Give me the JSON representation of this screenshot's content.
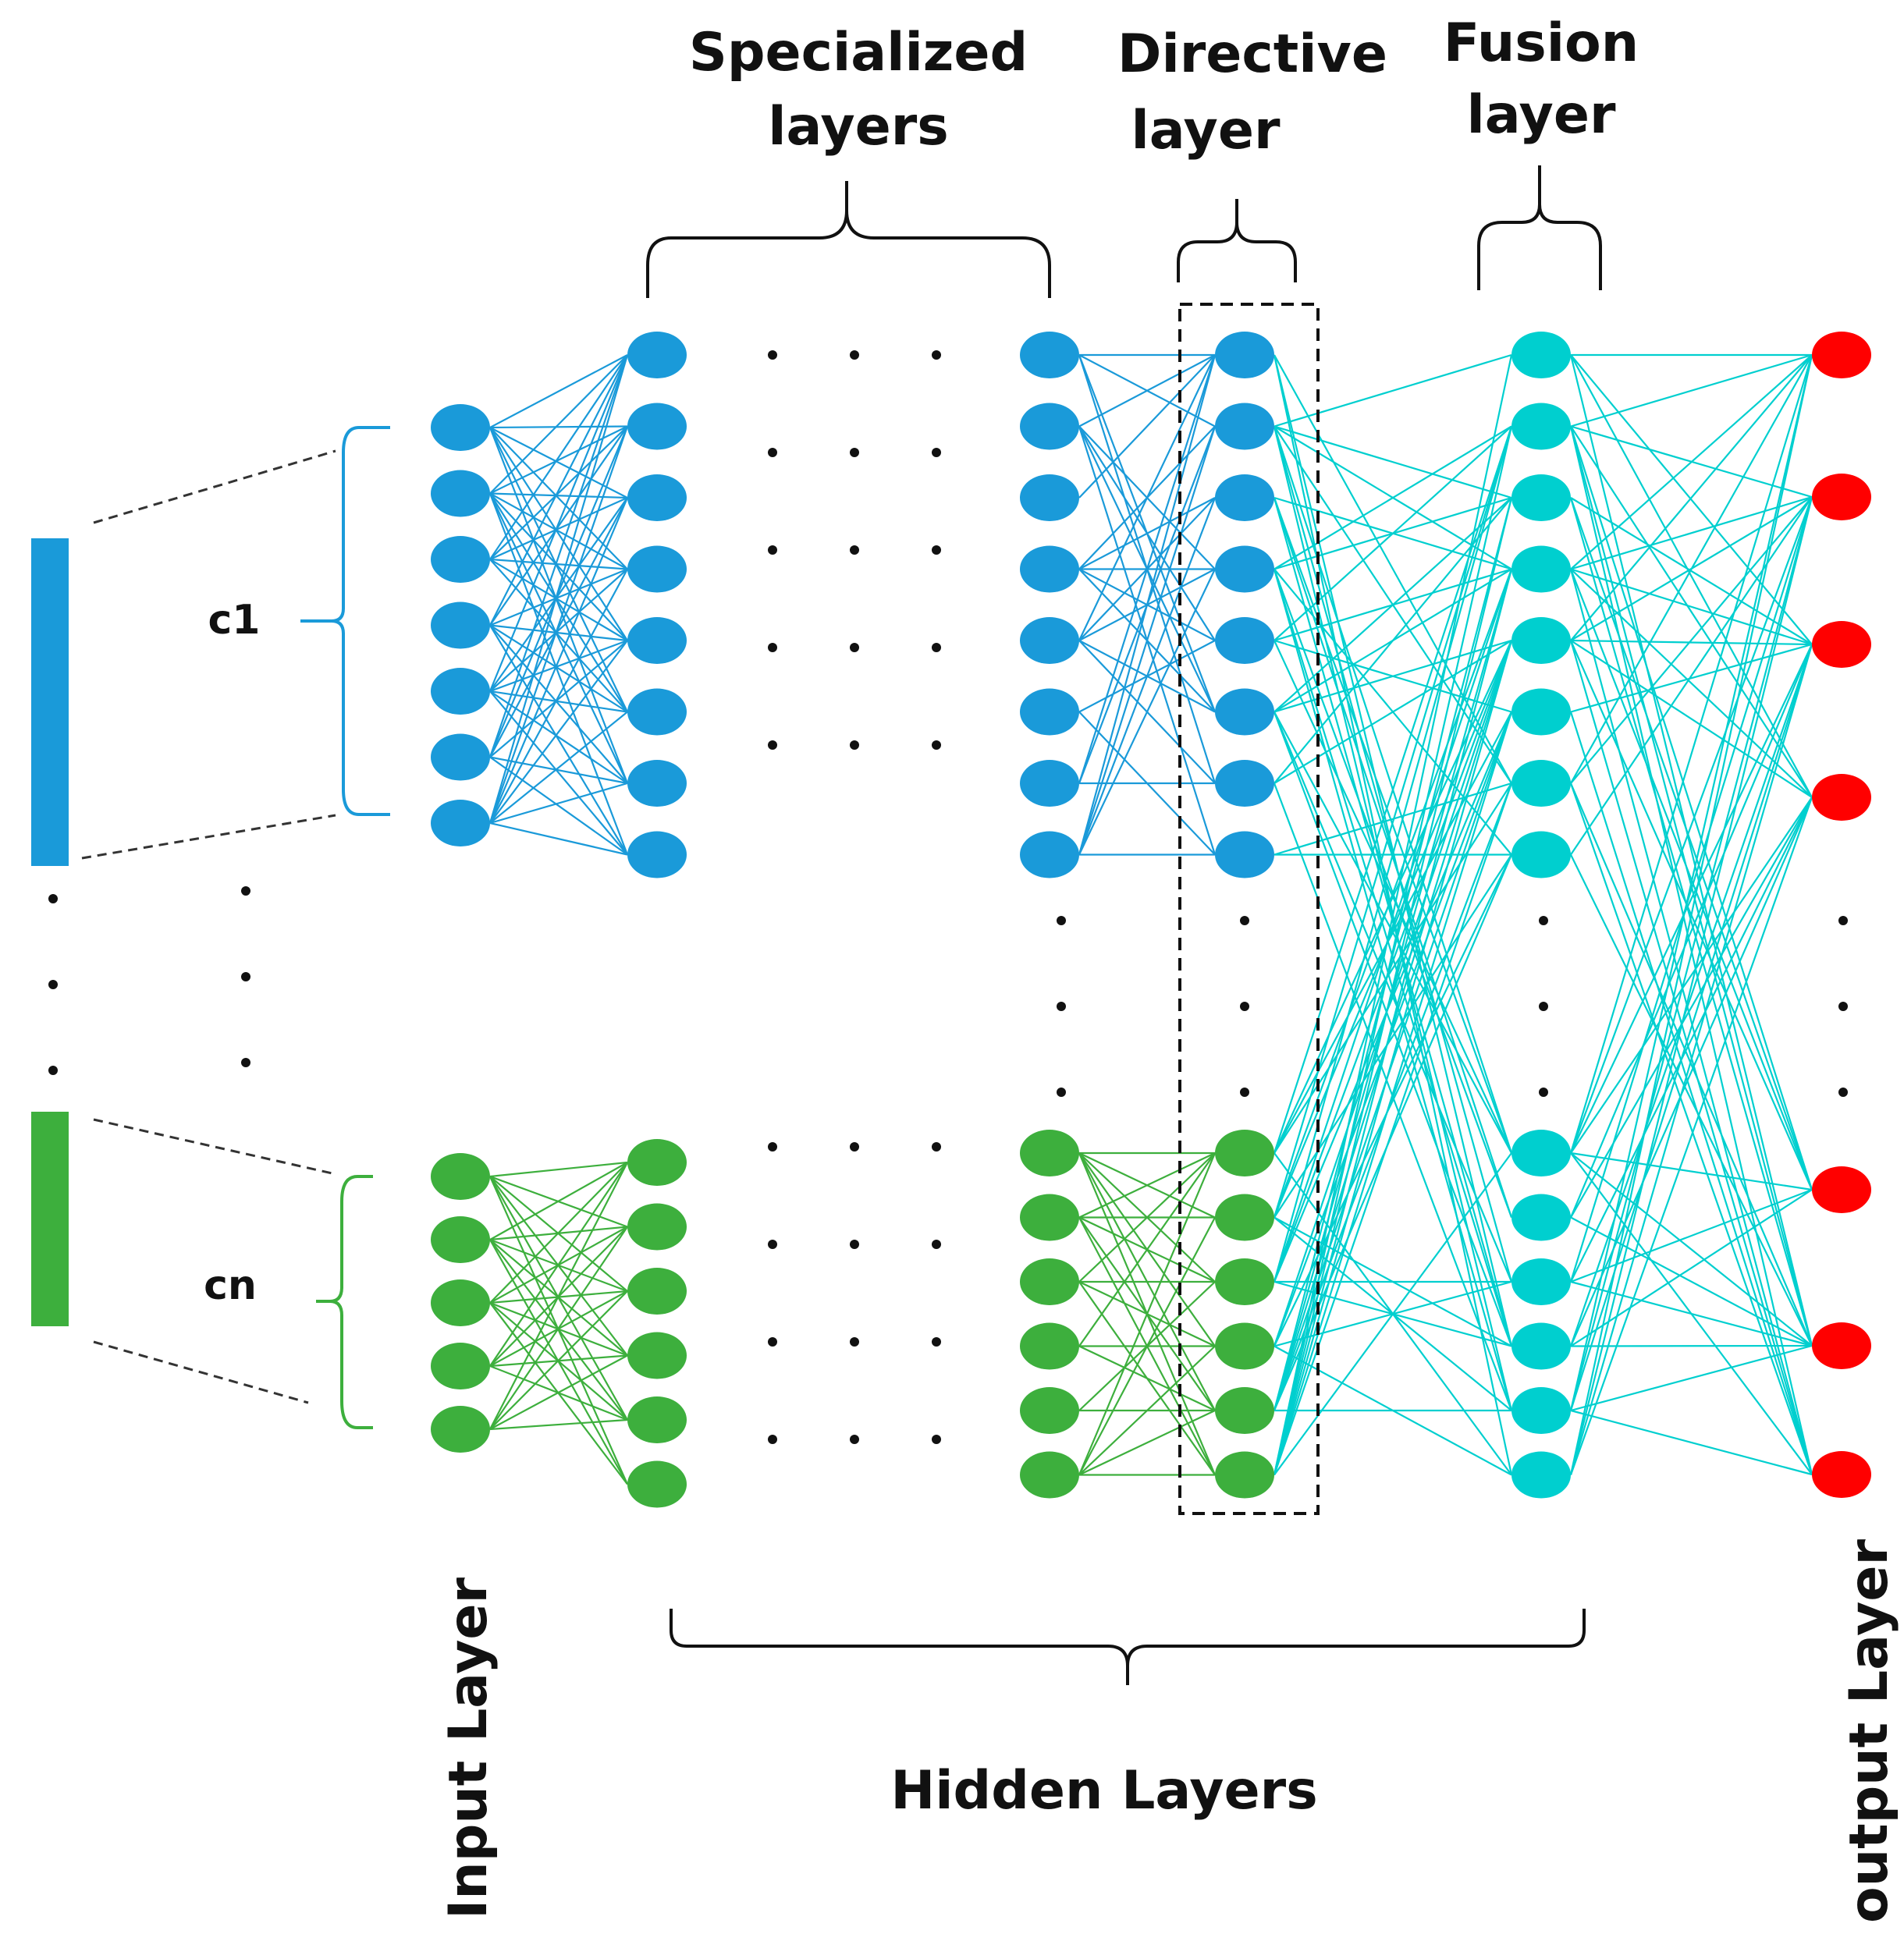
{
  "labels": {
    "specialized": [
      "Specialized",
      "layers"
    ],
    "directive": [
      "Directive",
      "layer"
    ],
    "fusion": [
      "Fusion",
      "layer"
    ],
    "hidden": "Hidden Layers",
    "input": "Input Layer",
    "output": "output Layer",
    "c1": "c1",
    "cn": "cn"
  },
  "colors": {
    "blue": "#1a9ad9",
    "green": "#3daf3d",
    "cyan": "#00cfcf",
    "red": "#ff0000",
    "text": "#111111"
  }
}
